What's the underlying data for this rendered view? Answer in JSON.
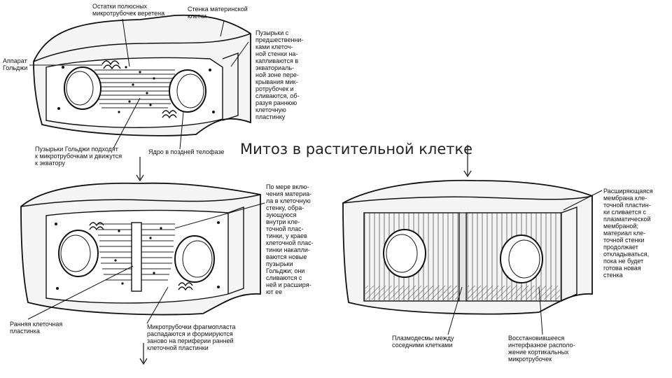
{
  "title": "Митоз в растительной клетке",
  "panel1": {
    "label_spindle_remnants": "Остатки полюсных\nмикротрубочек веретена",
    "label_mother_wall": "Стенка материнской\nклетки",
    "label_vesicles_accumulate": "Пузырьки с\nпредшественни-\nками клеточ-\nной стенки на-\nкапливаются в\nэкваториаль-\nной зоне пере-\nкрывания мик-\nротрубочек и\nсливаются, об-\nразуя раннюю\nклеточную\nпластинку",
    "label_golgi": "Аппарат\nГольджи",
    "label_golgi_vesicles": "Пузырьки Гольджи подходят\nк микротрубочкам и движутся\nк экватору",
    "label_nucleus": "Ядро в поздней телофазе"
  },
  "panel2": {
    "label_inclusion": "По мере вклю-\nчения материа-\nла в клеточную\nстенку, обра-\nзующуюся\nвнутри кле-\nточной плас-\nтинки, у краев\nклеточной плас-\nтинки накапли-\nваются новые\nпузырьки\nГольджи; они\nсливаются с\nней и расширя-\nют ее",
    "label_early_plate": "Ранняя клеточная\nпластинка",
    "label_phragmoplast": "Микротрубочки фрагмопласта\nраспадаются и формируются\nзаново на периферии ранней\nклеточной пластинки"
  },
  "panel3": {
    "label_membrane_fuses": "Расширяющаяся\nмембрана кле-\nточной пластин-\nки сливается с\nплазматической\nмембраной;\nматериал кле-\nточной стенки\nпродолжает\nоткладываться,\nпока не будет\nготова новая\nстенка",
    "label_plasmodesmata": "Плазмодесмы между\nсоседними клетками",
    "label_cortical": "Восстановившееся\nинтерфазное располо-\nжение кортикальных\nмикротрубочек"
  }
}
